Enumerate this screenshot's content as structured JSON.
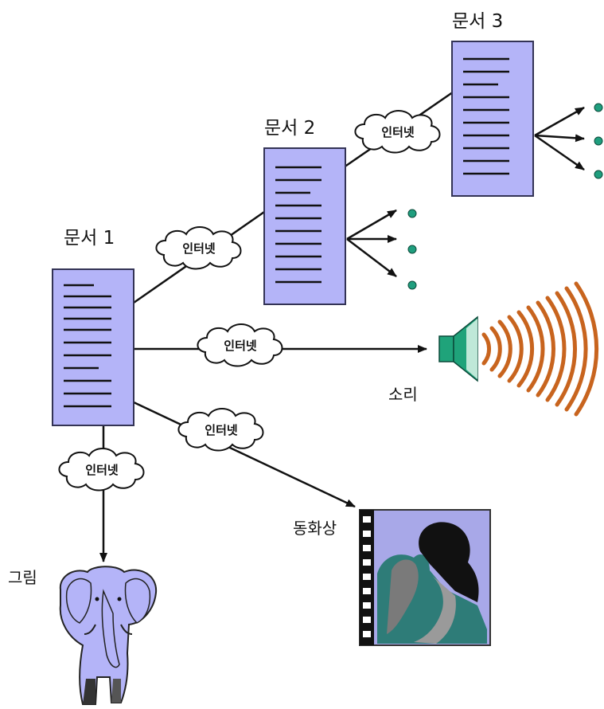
{
  "documents": {
    "doc1": "문서 1",
    "doc2": "문서 2",
    "doc3": "문서 3"
  },
  "network_label": "인터넷",
  "media": {
    "sound": "소리",
    "video": "동화상",
    "picture": "그림"
  },
  "colors": {
    "document_fill": "#b4b4f8",
    "document_stroke": "#333355",
    "line": "#111111",
    "dot": "#1f9e7e",
    "speaker": "#1fa37a",
    "wave": "#c8641e",
    "video_bg": "#a8a8e8",
    "video_scene": "#2e7c78",
    "elephant": "#b4b4f8"
  }
}
